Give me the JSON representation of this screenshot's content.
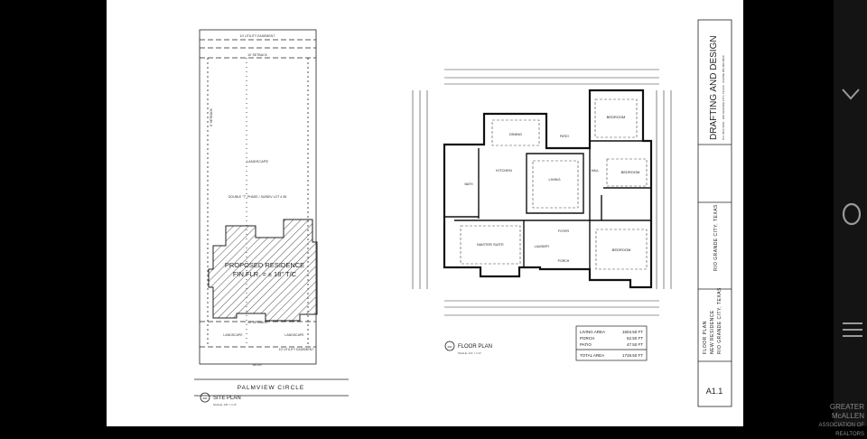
{
  "site_plan": {
    "title": "SITE PLAN",
    "scale": "SCALE: 1/8\" = 1'-0\"",
    "street": "PALMVIEW CIRCLE",
    "landscape": "LANDSCAPE",
    "proposed_residence_line1": "PROPOSED RESIDENCE",
    "proposed_residence_line2": "FIN.FLR. = ± 18\" T/C",
    "utility_easement": "10' UTILITY EASEMENT",
    "setback": "10' SETBACK",
    "front_setback": "20' SETBACK",
    "side_setback": "6' SETBACK",
    "lot_info": "DOUBLE \"T\" PHASE / SUBDIV LOT # 38",
    "dimension": "60.00'",
    "label_badge": "A01"
  },
  "floor_plan": {
    "title": "FLOOR PLAN",
    "scale": "SCALE: 1/4\" = 1'-0\"",
    "label_badge": "A01",
    "rooms": {
      "dining": "DINING",
      "patio": "PATIO",
      "bedroom_top": "BEDROOM",
      "kitchen": "KITCHEN",
      "living": "LIVING",
      "bedroom_mid": "BEDROOM",
      "bath": "BATH",
      "master_suite": "MASTER SUITE",
      "laundry": "LAUNDRY",
      "foyer": "FOYER",
      "porch": "PORCH",
      "bedroom_bottom": "BEDROOM",
      "hall": "HALL"
    }
  },
  "area_table": {
    "rows": [
      {
        "label": "LIVING AREA",
        "value": "1604.50 FT"
      },
      {
        "label": "PORCH",
        "value": "52.50 FT"
      },
      {
        "label": "PATIO",
        "value": "47.50 FT"
      }
    ],
    "total_label": "TOTAL AREA",
    "total_value": "1728.50 FT"
  },
  "title_block": {
    "firm": "DRAFTING AND DESIGN",
    "address": "P.O. BOX 0001 · RIO GRANDE CITY, TEXAS · PHONE 956-000-0000",
    "location": "RIO GRANDE CITY, TEXAS",
    "sheet_desc_1": "FLOOR PLAN",
    "sheet_desc_2": "NEW RESIDENCE",
    "sheet_number": "A1.1"
  },
  "watermark": {
    "line1": "GREATER McALLEN",
    "line2": "ASSOCIATION OF REALTORS"
  },
  "icons": {
    "up": "chevron-up-icon",
    "circle": "circle-icon",
    "menu": "menu-icon"
  }
}
